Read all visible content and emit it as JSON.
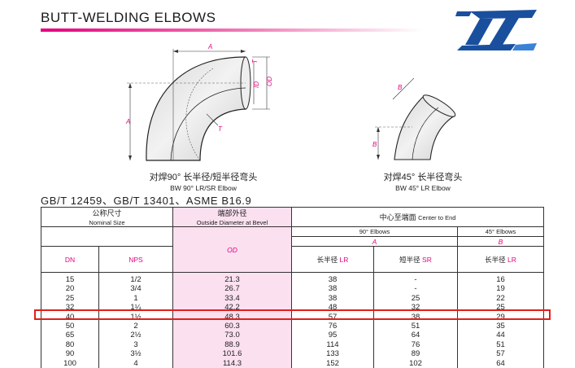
{
  "header": {
    "title": "BUTT-WELDING ELBOWS"
  },
  "diagrams": {
    "left": {
      "caption_cn": "对焊90° 长半径/短半径弯头",
      "caption_en": "BW 90° LR/SR Elbow",
      "labels": {
        "a": "A",
        "t": "T",
        "id": "ID",
        "od": "OD",
        "t2": "T",
        "a_vert": "A"
      }
    },
    "right": {
      "caption_cn": "对焊45° 长半径弯头",
      "caption_en": "BW 45° LR Elbow",
      "labels": {
        "b_top": "B",
        "b_left": "B"
      }
    }
  },
  "standard_line": "GB/T 12459、GB/T 13401、ASME B16.9",
  "table": {
    "nominal_cn": "公称尺寸",
    "nominal_en": "Nominal Size",
    "od_cn": "端部外径",
    "od_en": "Outside Diameter at Bevel",
    "center_cn": "中心至端面",
    "center_en": "Center to End",
    "elbows90": "90° Elbows",
    "elbows45": "45° Elbows",
    "a_label": "A",
    "b_label": "B",
    "dn": "DN",
    "nps": "NPS",
    "od": "OD",
    "lr90_cn": "长半径",
    "lr90_en": "LR",
    "sr_cn": "短半径",
    "sr_en": "SR",
    "lr45_cn": "长半径",
    "lr45_en": "LR",
    "rows": {
      "dn": [
        "15",
        "20",
        "25",
        "32",
        "40",
        "50",
        "65",
        "80",
        "90",
        "100"
      ],
      "nps": [
        "1/2",
        "3/4",
        "1",
        "1¼",
        "1½",
        "2",
        "2½",
        "3",
        "3½",
        "4"
      ],
      "od": [
        "21.3",
        "26.7",
        "33.4",
        "42.2",
        "48.3",
        "60.3",
        "73.0",
        "88.9",
        "101.6",
        "114.3"
      ],
      "lr90": [
        "38",
        "38",
        "38",
        "48",
        "57",
        "76",
        "95",
        "114",
        "133",
        "152"
      ],
      "sr90": [
        "-",
        "-",
        "25",
        "32",
        "38",
        "51",
        "64",
        "76",
        "89",
        "102"
      ],
      "lr45": [
        "16",
        "19",
        "22",
        "25",
        "29",
        "35",
        "44",
        "51",
        "57",
        "64"
      ]
    }
  }
}
